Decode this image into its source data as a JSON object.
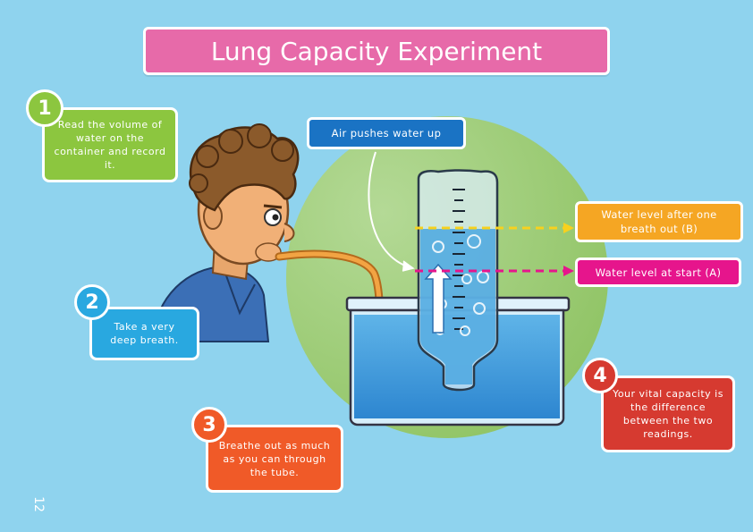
{
  "title": "Lung Capacity Experiment",
  "steps": [
    {
      "number": "1",
      "text": "Read the volume of water on the container and record it.",
      "color": "#8cc63f"
    },
    {
      "number": "2",
      "text": "Take a very deep breath.",
      "color": "#29a8e0"
    },
    {
      "number": "3",
      "text": "Breathe out as much as you can through the tube.",
      "color": "#f05a28"
    },
    {
      "number": "4",
      "text": "Your vital capacity is the difference between the two readings.",
      "color": "#d63a30"
    }
  ],
  "callouts": {
    "air": {
      "text": "Air pushes water up",
      "color": "#1a73c4"
    },
    "level_after": {
      "text": "Water level after one breath out (B)",
      "color": "#f5a623"
    },
    "level_start": {
      "text": "Water level at start (A)",
      "color": "#e6158c"
    }
  },
  "page_number": "12"
}
